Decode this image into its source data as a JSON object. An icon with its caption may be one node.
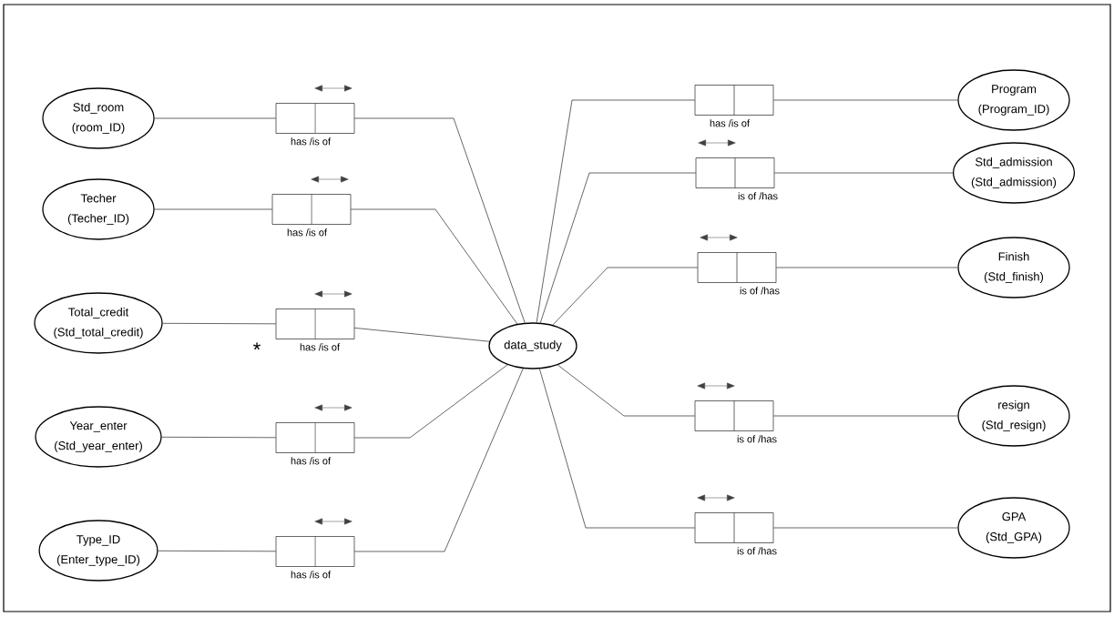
{
  "diagram": {
    "nodes": [
      {
        "text": [
          "Std_room",
          "(room_ID)"
        ]
      },
      {
        "text": [],
        "shape": "box",
        "beside": [
          "has /is of"
        ]
      },
      {
        "text": [
          "Techer",
          "(Techer_ID)"
        ]
      },
      {
        "text": [],
        "shape": "box",
        "beside": [
          "has /is of"
        ]
      },
      {
        "text": [
          "Total_credit",
          "(Std_total_credit)"
        ]
      },
      {
        "text": [],
        "shape": "box",
        "beside": [
          "has /is of"
        ]
      },
      {
        "text": [
          "Year_enter",
          "(Std_year_enter)"
        ]
      },
      {
        "text": [],
        "shape": "box",
        "beside": [
          "has /is of"
        ]
      },
      {
        "text": [
          "Type_ID",
          "(Enter_type_ID)"
        ]
      },
      {
        "text": [],
        "shape": "box",
        "beside": [
          "has /is of"
        ]
      },
      {
        "text": [
          "data_study"
        ]
      },
      {
        "text": [
          "Program",
          "(Program_ID)"
        ]
      },
      {
        "text": [],
        "shape": "box",
        "beside": [
          "has /is of"
        ]
      },
      {
        "text": [
          "Std_admission",
          "(Std_admission)"
        ]
      },
      {
        "text": [],
        "shape": "box",
        "beside": [
          "is of /has"
        ]
      },
      {
        "text": [
          "Finish",
          "(Std_finish)"
        ]
      },
      {
        "text": [],
        "shape": "box",
        "beside": [
          "is of /has"
        ]
      },
      {
        "text": [
          "resign",
          "(Std_resign)"
        ]
      },
      {
        "text": [],
        "shape": "box",
        "beside": [
          "is of /has"
        ]
      },
      {
        "text": [
          "GPA",
          "(Std_GPA)"
        ]
      },
      {
        "text": [],
        "shape": "box",
        "beside": [
          "is of /has"
        ]
      }
    ],
    "edges": [
      {
        "from": 0,
        "to": 1,
        "arrow": "none"
      },
      {
        "from": 1,
        "to": 10,
        "arrow": "none"
      },
      {
        "from": 2,
        "to": 3,
        "arrow": "none"
      },
      {
        "from": 3,
        "to": 10,
        "arrow": "none"
      },
      {
        "from": 4,
        "to": 5,
        "arrow": "none"
      },
      {
        "from": 5,
        "to": 10,
        "arrow": "none"
      },
      {
        "from": 6,
        "to": 7,
        "arrow": "none"
      },
      {
        "from": 7,
        "to": 10,
        "arrow": "none"
      },
      {
        "from": 8,
        "to": 9,
        "arrow": "none"
      },
      {
        "from": 9,
        "to": 10,
        "arrow": "none"
      },
      {
        "from": 10,
        "to": 12,
        "arrow": "none"
      },
      {
        "from": 12,
        "to": 11,
        "arrow": "none"
      },
      {
        "from": 10,
        "to": 14,
        "arrow": "none"
      },
      {
        "from": 14,
        "to": 13,
        "arrow": "none"
      },
      {
        "from": 10,
        "to": 16,
        "arrow": "none"
      },
      {
        "from": 16,
        "to": 15,
        "arrow": "none"
      },
      {
        "from": 10,
        "to": 18,
        "arrow": "none"
      },
      {
        "from": 18,
        "to": 17,
        "arrow": "none"
      },
      {
        "from": 10,
        "to": 20,
        "arrow": "none"
      },
      {
        "from": 20,
        "to": 19,
        "arrow": "none"
      }
    ],
    "labels": [
      "*"
    ]
  }
}
